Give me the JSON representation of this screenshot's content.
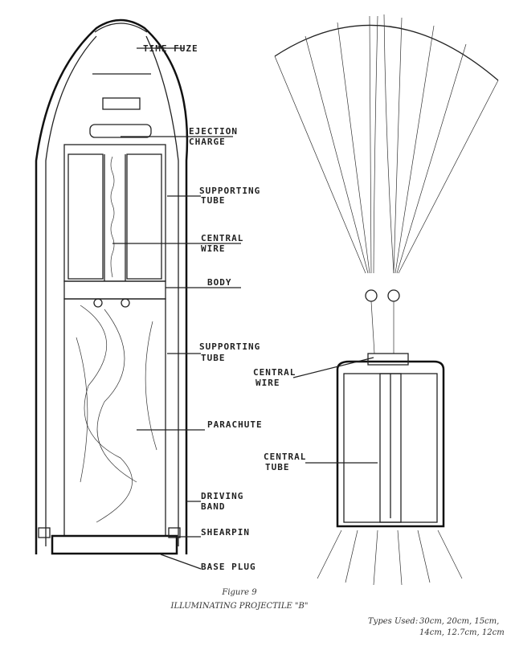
{
  "labels": {
    "time_fuze": "TIME FUZE",
    "ejection_charge": [
      "EJECTION",
      "CHARGE"
    ],
    "supporting_tube_1": [
      "SUPPORTING",
      "TUBE"
    ],
    "central_wire_left": [
      "CENTRAL",
      "WIRE"
    ],
    "body": "BODY",
    "supporting_tube_2": [
      "SUPPORTING",
      "TUBE"
    ],
    "parachute": "PARACHUTE",
    "driving_band": [
      "DRIVING",
      "BAND"
    ],
    "shearpin": "SHEARPIN",
    "base_plug": "BASE PLUG",
    "central_wire_right": [
      "CENTRAL",
      "WIRE"
    ],
    "central_tube": [
      "CENTRAL",
      "TUBE"
    ]
  },
  "caption": {
    "figure": "Figure 9",
    "title": "ILLUMINATING PROJECTILE \"B\"",
    "types_label": "Types Used:",
    "types_line1": "30cm, 20cm, 15cm,",
    "types_line2": "14cm, 12.7cm, 12cm"
  }
}
